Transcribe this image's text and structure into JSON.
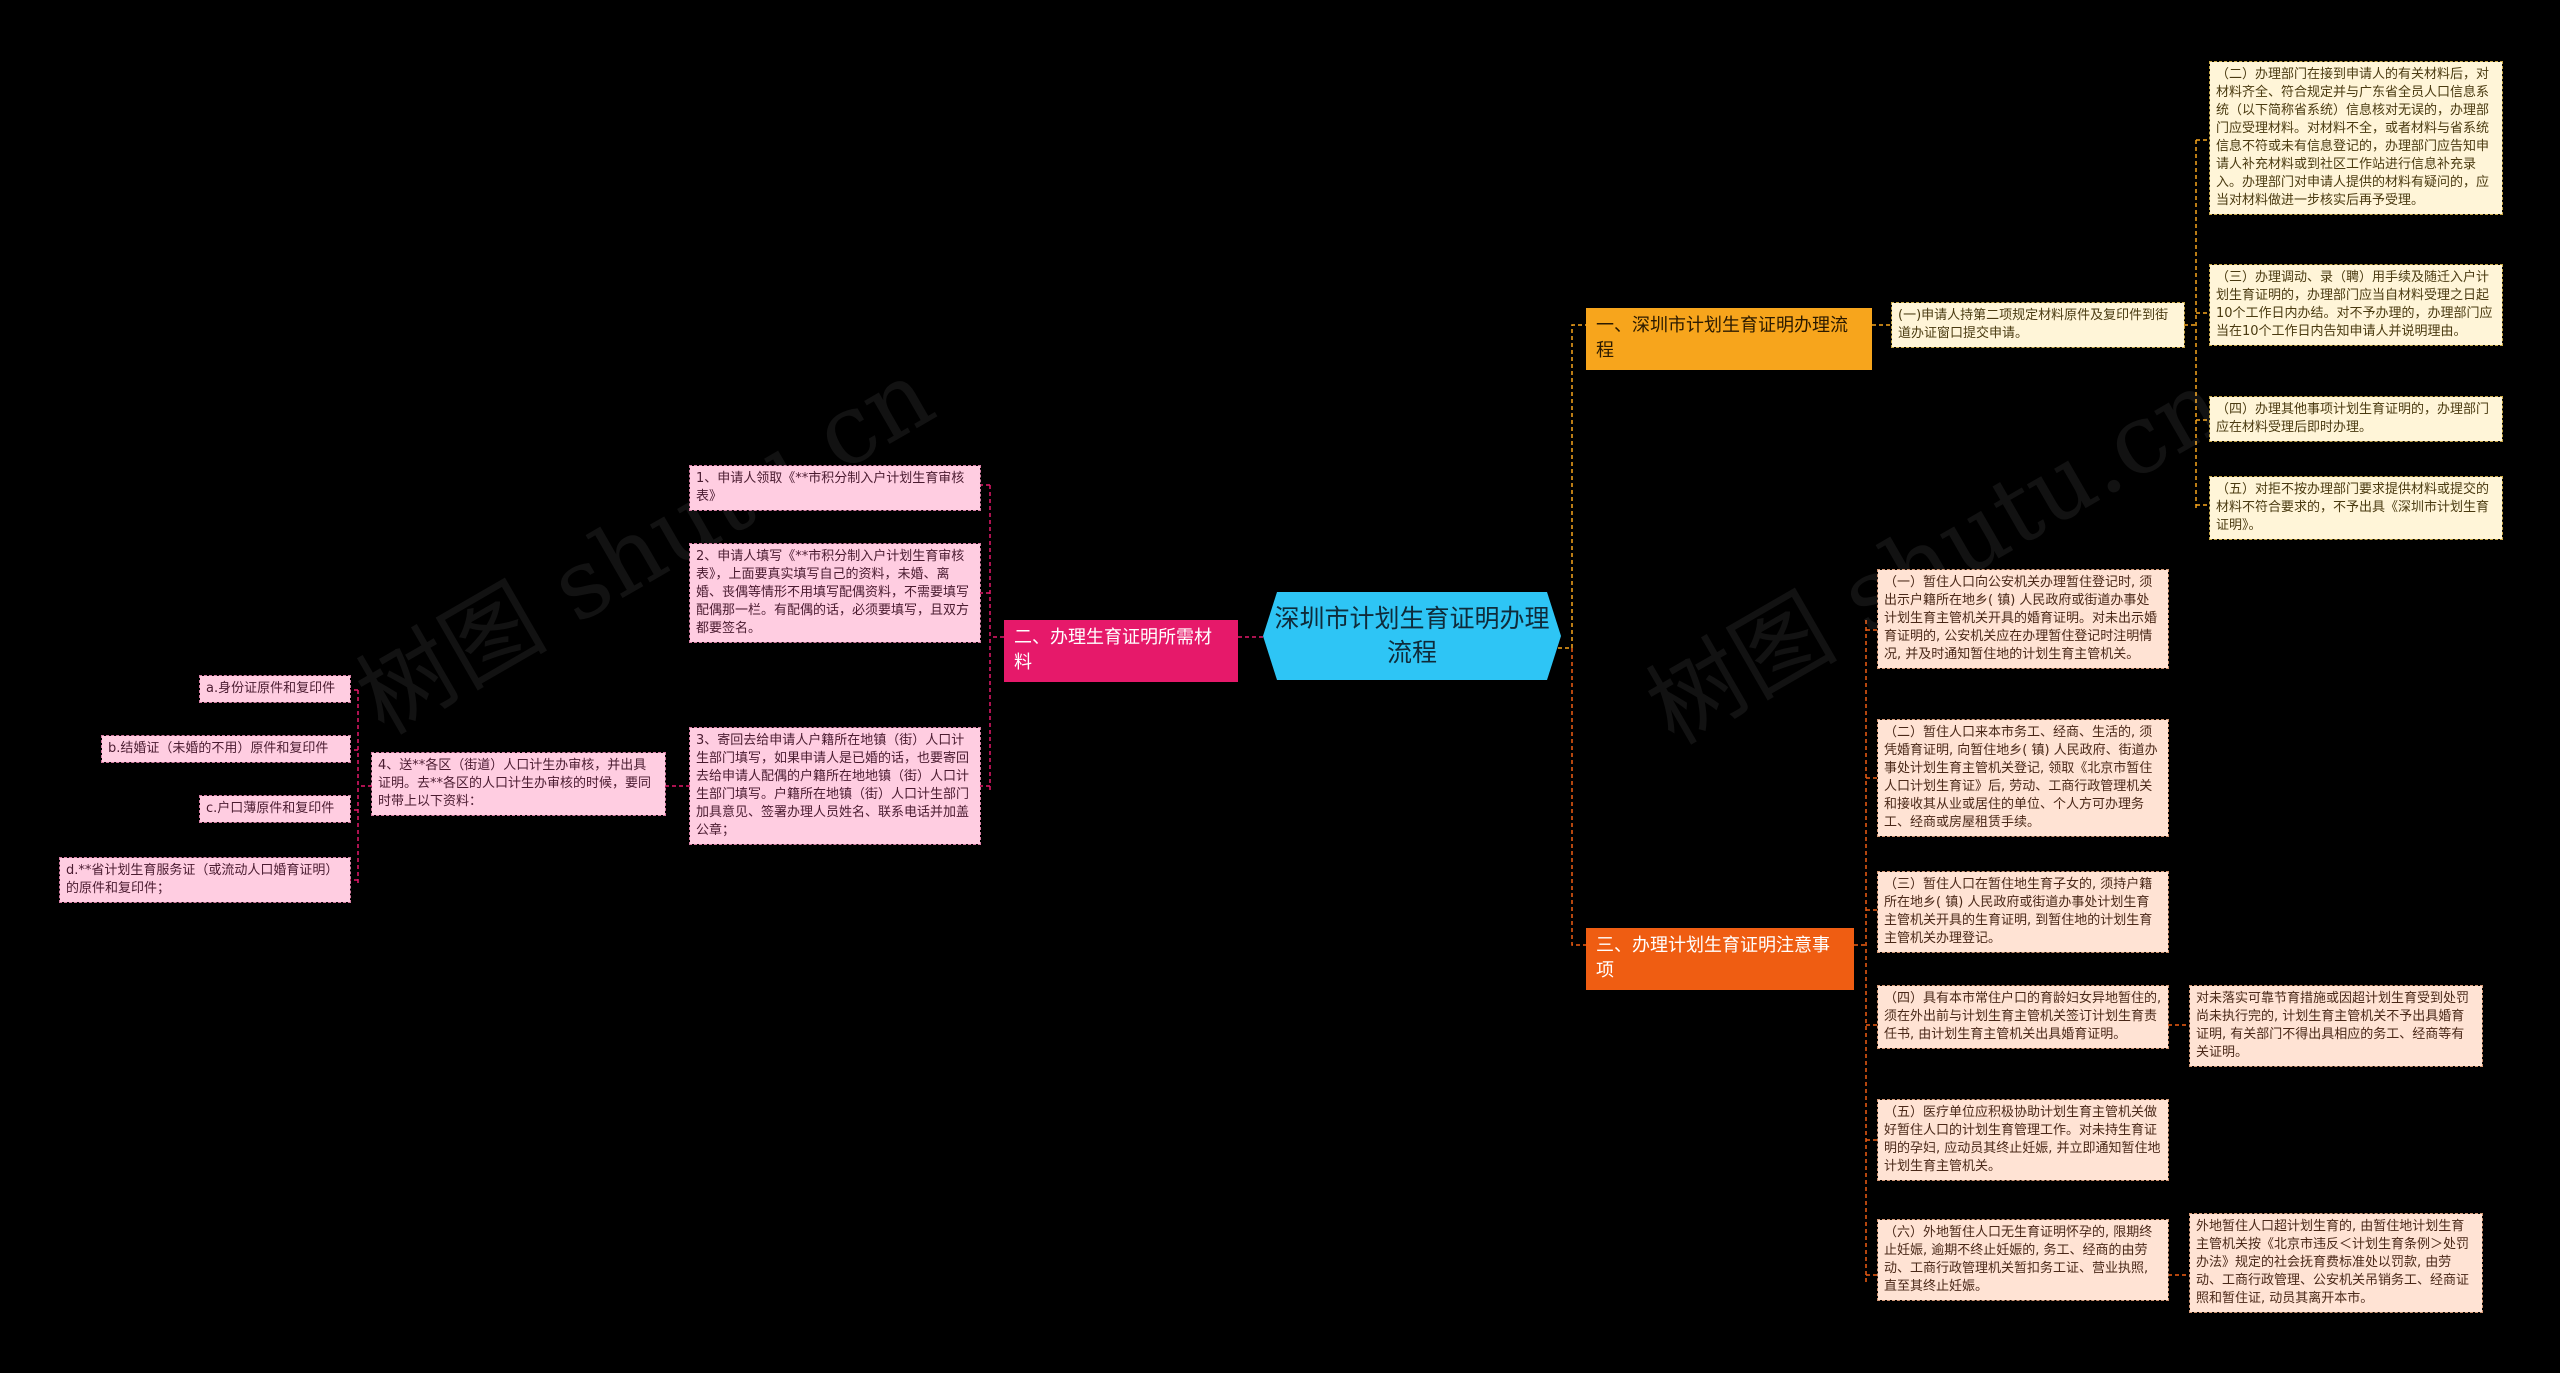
{
  "watermark": "树图 shutu.cn",
  "root": {
    "title": "深圳市计划生育证明办理流程"
  },
  "branch1": {
    "label": "一、深圳市计划生育证明办理流程",
    "step": "(一)申请人持第二项规定材料原件及复印件到街道办证窗口提交申请。",
    "details": [
      "（二）办理部门在接到申请人的有关材料后，对材料齐全、符合规定并与广东省全员人口信息系统（以下简称省系统）信息核对无误的，办理部门应受理材料。对材料不全，或者材料与省系统信息不符或未有信息登记的，办理部门应告知申请人补充材料或到社区工作站进行信息补充录入。办理部门对申请人提供的材料有疑问的，应当对材料做进一步核实后再予受理。",
      "（三）办理调动、录（聘）用手续及随迁入户计划生育证明的，办理部门应当自材料受理之日起10个工作日内办结。对不予办理的，办理部门应当在10个工作日内告知申请人并说明理由。",
      "（四）办理其他事项计划生育证明的，办理部门应在材料受理后即时办理。",
      "（五）对拒不按办理部门要求提供材料或提交的材料不符合要求的，不予出具《深圳市计划生育证明》。"
    ]
  },
  "branch2": {
    "label": "二、办理生育证明所需材料",
    "items": [
      "1、申请人领取《**市积分制入户计划生育审核表》",
      "2、申请人填写《**市积分制入户计划生育审核表》，上面要真实填写自己的资料，未婚、离婚、丧偶等情形不用填写配偶资料，不需要填写配偶那一栏。有配偶的话，必须要填写，且双方都要签名。",
      "3、寄回去给申请人户籍所在地镇（街）人口计生部门填写，如果申请人是已婚的话，也要寄回去给申请人配偶的户籍所在地地镇（街）人口计生部门填写。户籍所在地镇（街）人口计生部门加具意见、签署办理人员姓名、联系电话并加盖公章；",
      "4、送**各区（街道）人口计生办审核，并出具证明。去**各区的人口计生办审核的时候，要同时带上以下资料："
    ],
    "materials": [
      "a.身份证原件和复印件",
      "b.结婚证（未婚的不用）原件和复印件",
      "c.户口薄原件和复印件",
      "d.**省计划生育服务证（或流动人口婚育证明）的原件和复印件；"
    ]
  },
  "branch3": {
    "label": "三、办理计划生育证明注意事项",
    "items": [
      "（一）暂住人口向公安机关办理暂住登记时, 须出示户籍所在地乡( 镇) 人民政府或街道办事处计划生育主管机关开具的婚育证明。对未出示婚育证明的, 公安机关应在办理暂住登记时注明情况, 并及时通知暂住地的计划生育主管机关。",
      "（二）暂住人口来本市务工、经商、生活的, 须凭婚育证明, 向暂住地乡( 镇) 人民政府、街道办事处计划生育主管机关登记, 领取《北京市暂住人口计划生育证》后, 劳动、工商行政管理机关和接收其从业或居住的单位、个人方可办理务工、经商或房屋租赁手续。",
      "（三）暂住人口在暂住地生育子女的, 须持户籍所在地乡( 镇) 人民政府或街道办事处计划生育主管机关开具的生育证明, 到暂住地的计划生育主管机关办理登记。",
      "（四）具有本市常住户口的育龄妇女异地暂住的, 须在外出前与计划生育主管机关签订计划生育责任书, 由计划生育主管机关出具婚育证明。",
      "（五）医疗单位应积极协助计划生育主管机关做好暂住人口的计划生育管理工作。对未持生育证明的孕妇, 应动员其终止妊娠, 并立即通知暂住地计划生育主管机关。",
      "（六）外地暂住人口无生育证明怀孕的, 限期终止妊娠, 逾期不终止妊娠的, 务工、经商的由劳动、工商行政管理机关暂扣务工证、营业执照, 直至其终止妊娠。"
    ],
    "notes": [
      "对未落实可靠节育措施或因超计划生育受到处罚尚未执行完的, 计划生育主管机关不予出具婚育证明, 有关部门不得出具相应的务工、经商等有关证明。",
      "外地暂住人口超计划生育的, 由暂住地计划生育主管机关按《北京市违反＜计划生育条例＞处罚办法》规定的社会抚育费标准处以罚款, 由劳动、工商行政管理、公安机关吊销务工、经商证照和暂住证, 动员其离开本市。"
    ]
  },
  "colors": {
    "background": "#000000",
    "root": "#2ec5f5",
    "branch1": "#f7a51c",
    "branch2": "#e6196a",
    "branch3": "#ef5d12",
    "wire1": "#f7a51c",
    "wire2": "#e6196a",
    "wire3": "#ef5d12"
  }
}
